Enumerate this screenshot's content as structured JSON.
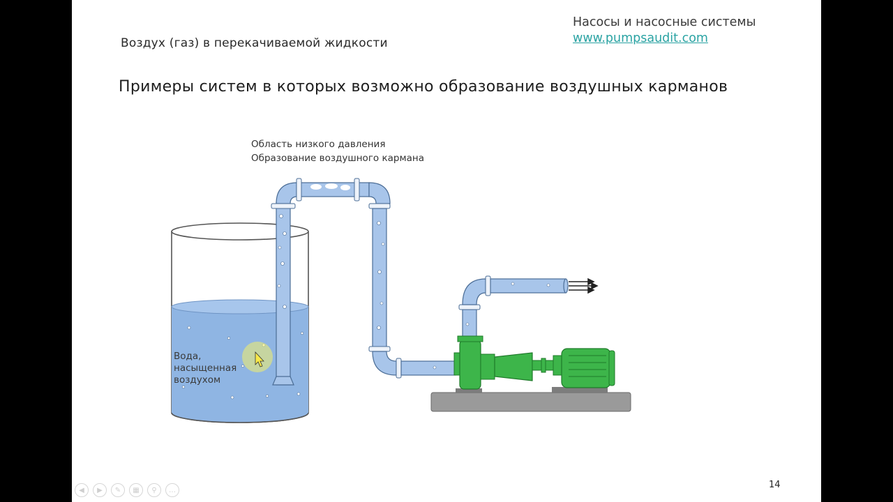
{
  "slide": {
    "top_title": "Воздух (газ)  в перекачиваемой жидкости",
    "brand": "Насосы и насосные системы",
    "brand_link": "www.pumpsaudit.com",
    "heading": "Примеры систем в которых возможно образование воздушных карманов",
    "annotation_line1": "Область низкого давления",
    "annotation_line2": "Образование воздушного кармана",
    "water_label": [
      "Вода,",
      "насыщенная",
      "воздухом"
    ],
    "page_number": "14"
  },
  "colors": {
    "water": "#8fb5e3",
    "pipe": "#a8c5ea",
    "pump_green": "#3db54a",
    "base_gray": "#9a9a9a",
    "cursor_highlight": "#f4ef6a"
  },
  "controls": [
    {
      "name": "prev-icon",
      "glyph": "◀"
    },
    {
      "name": "next-icon",
      "glyph": "▶"
    },
    {
      "name": "pen-icon",
      "glyph": "✎"
    },
    {
      "name": "slides-icon",
      "glyph": "▦"
    },
    {
      "name": "zoom-icon",
      "glyph": "⚲"
    },
    {
      "name": "more-icon",
      "glyph": "…"
    }
  ]
}
